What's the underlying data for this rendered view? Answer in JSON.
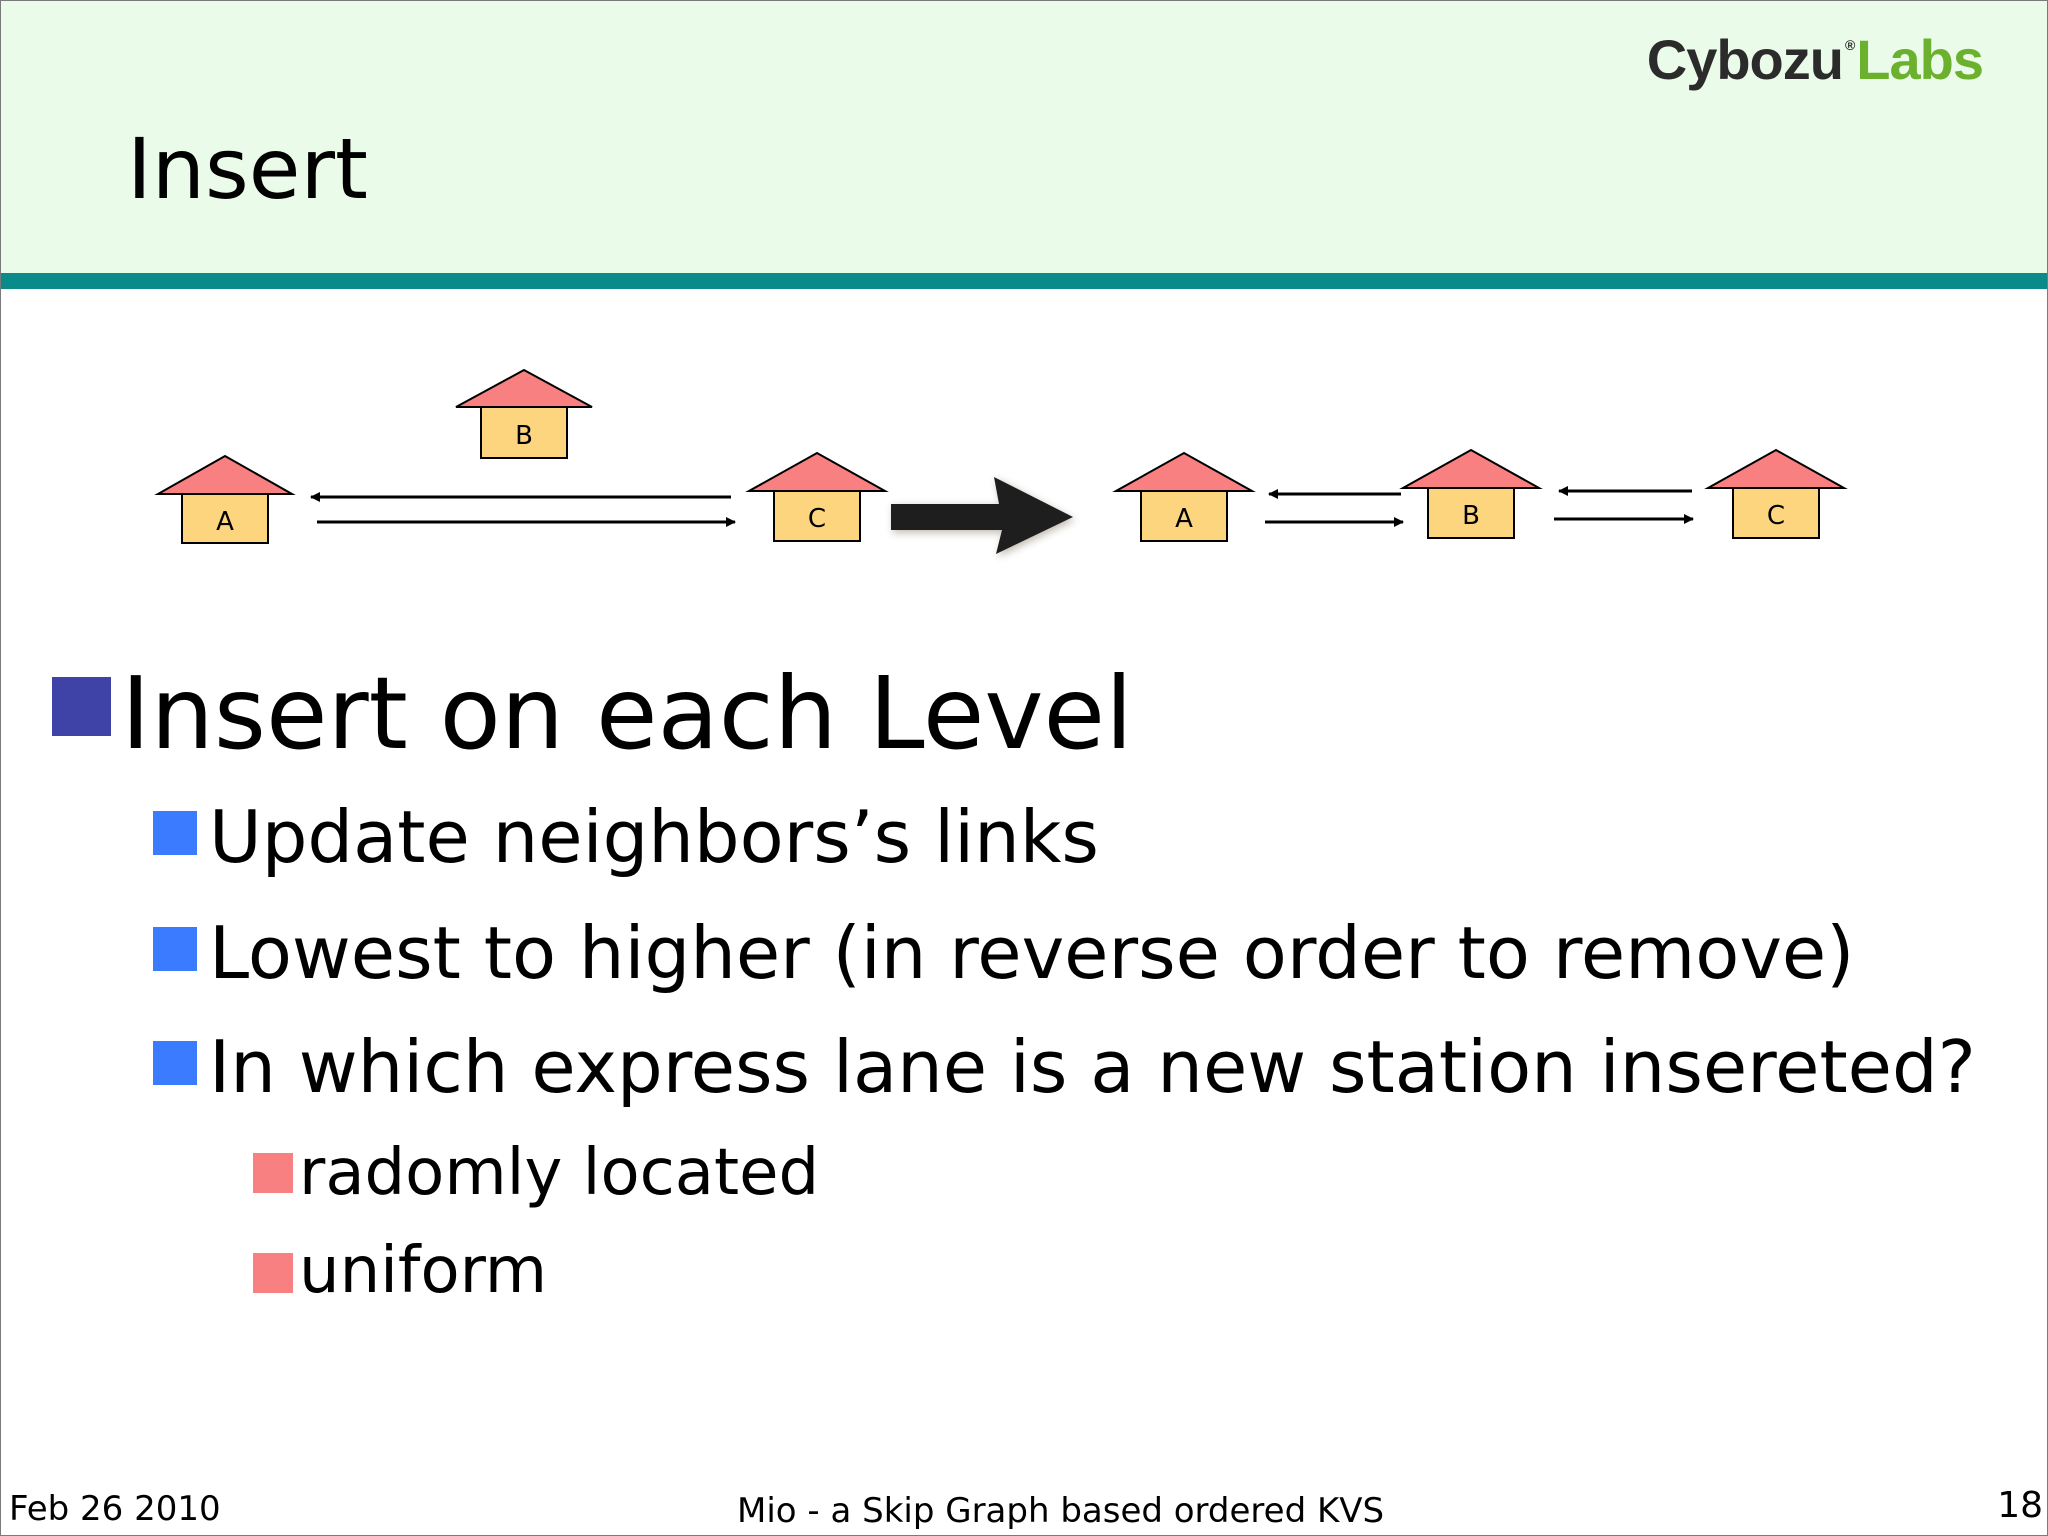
{
  "logo": {
    "part1": "Cybozu",
    "reg": "®",
    "part2": "Labs",
    "color_dark": "#2b2b2b",
    "color_green": "#6bb12d"
  },
  "slide": {
    "title": "Insert",
    "header_bg": "#eafbe9",
    "rule_color": "#0b8a8a"
  },
  "diagram": {
    "before": {
      "nodes": [
        "A",
        "B",
        "C"
      ]
    },
    "after": {
      "nodes": [
        "A",
        "B",
        "C"
      ]
    },
    "roof_color": "#f98080",
    "box_color": "#fdd57e"
  },
  "bullets": [
    {
      "text": "Insert on each Level",
      "level": 1,
      "marker_color": "#3f43a8"
    },
    {
      "text": "Update neighbors’s links",
      "level": 2,
      "marker_color": "#3b7bff"
    },
    {
      "text": "Lowest to higher (in reverse order to remove)",
      "level": 2,
      "marker_color": "#3b7bff"
    },
    {
      "text": "In which express lane is a new station insereted?",
      "level": 2,
      "marker_color": "#3b7bff"
    },
    {
      "text": "radomly located",
      "level": 3,
      "marker_color": "#f98080"
    },
    {
      "text": "uniform",
      "level": 3,
      "marker_color": "#f98080"
    }
  ],
  "footer": {
    "date": "Feb 26 2010",
    "title": "Mio - a Skip Graph based ordered KVS",
    "page": "18"
  }
}
